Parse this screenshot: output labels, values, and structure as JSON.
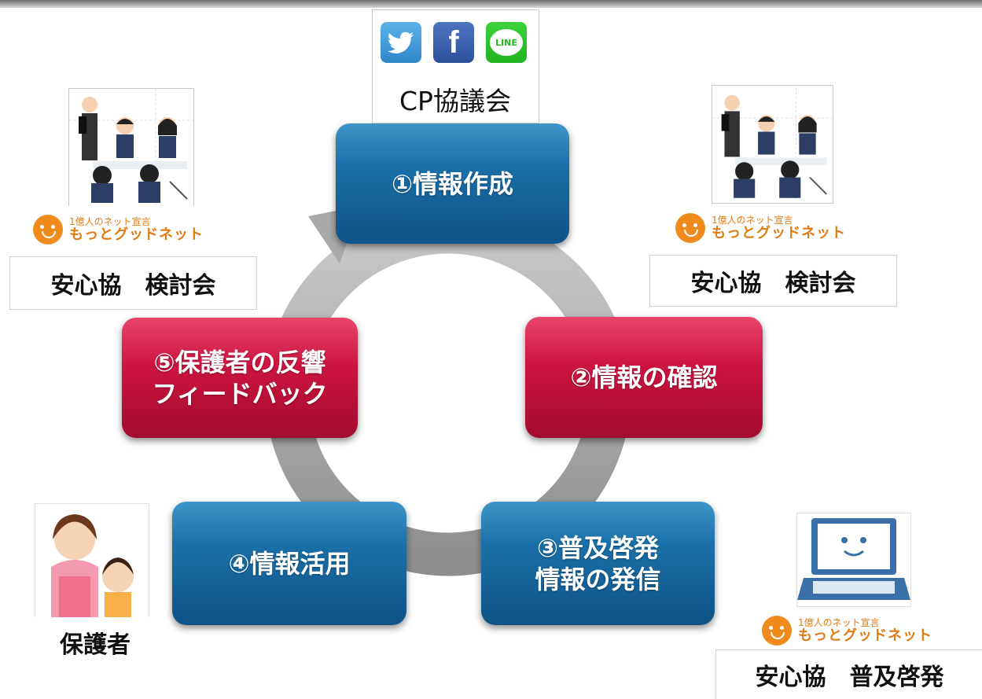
{
  "cycle": {
    "steps": [
      {
        "label": "①情報作成",
        "color": "blue"
      },
      {
        "label": "②情報の確認",
        "color": "red"
      },
      {
        "label": "③普及啓発\n情報の発信",
        "color": "blue"
      },
      {
        "label": "④情報活用",
        "color": "blue"
      },
      {
        "label": "⑤保護者の反響\nフィードバック",
        "color": "red"
      }
    ]
  },
  "top_center": {
    "sns_icons": [
      "twitter-icon",
      "facebook-icon",
      "line-icon"
    ],
    "line_text": "LINE",
    "facebook_text": "f",
    "label": "CP協議会"
  },
  "left_top": {
    "logo_line1": "1億人のネット宣言",
    "logo_line2": "もっとグッドネット",
    "label": "安心協　検討会"
  },
  "right_top": {
    "logo_line1": "1億人のネット宣言",
    "logo_line2": "もっとグッドネット",
    "label": "安心協　検討会"
  },
  "bottom_left": {
    "label": "保護者"
  },
  "bottom_right": {
    "logo_line1": "1億人のネット宣言",
    "logo_line2": "もっとグッドネット",
    "label": "安心協　普及啓発"
  },
  "colors": {
    "blue": "#1a6fa8",
    "red": "#cc1440",
    "arrow": "#a6a6a6",
    "logo_orange": "#f08a1c"
  }
}
